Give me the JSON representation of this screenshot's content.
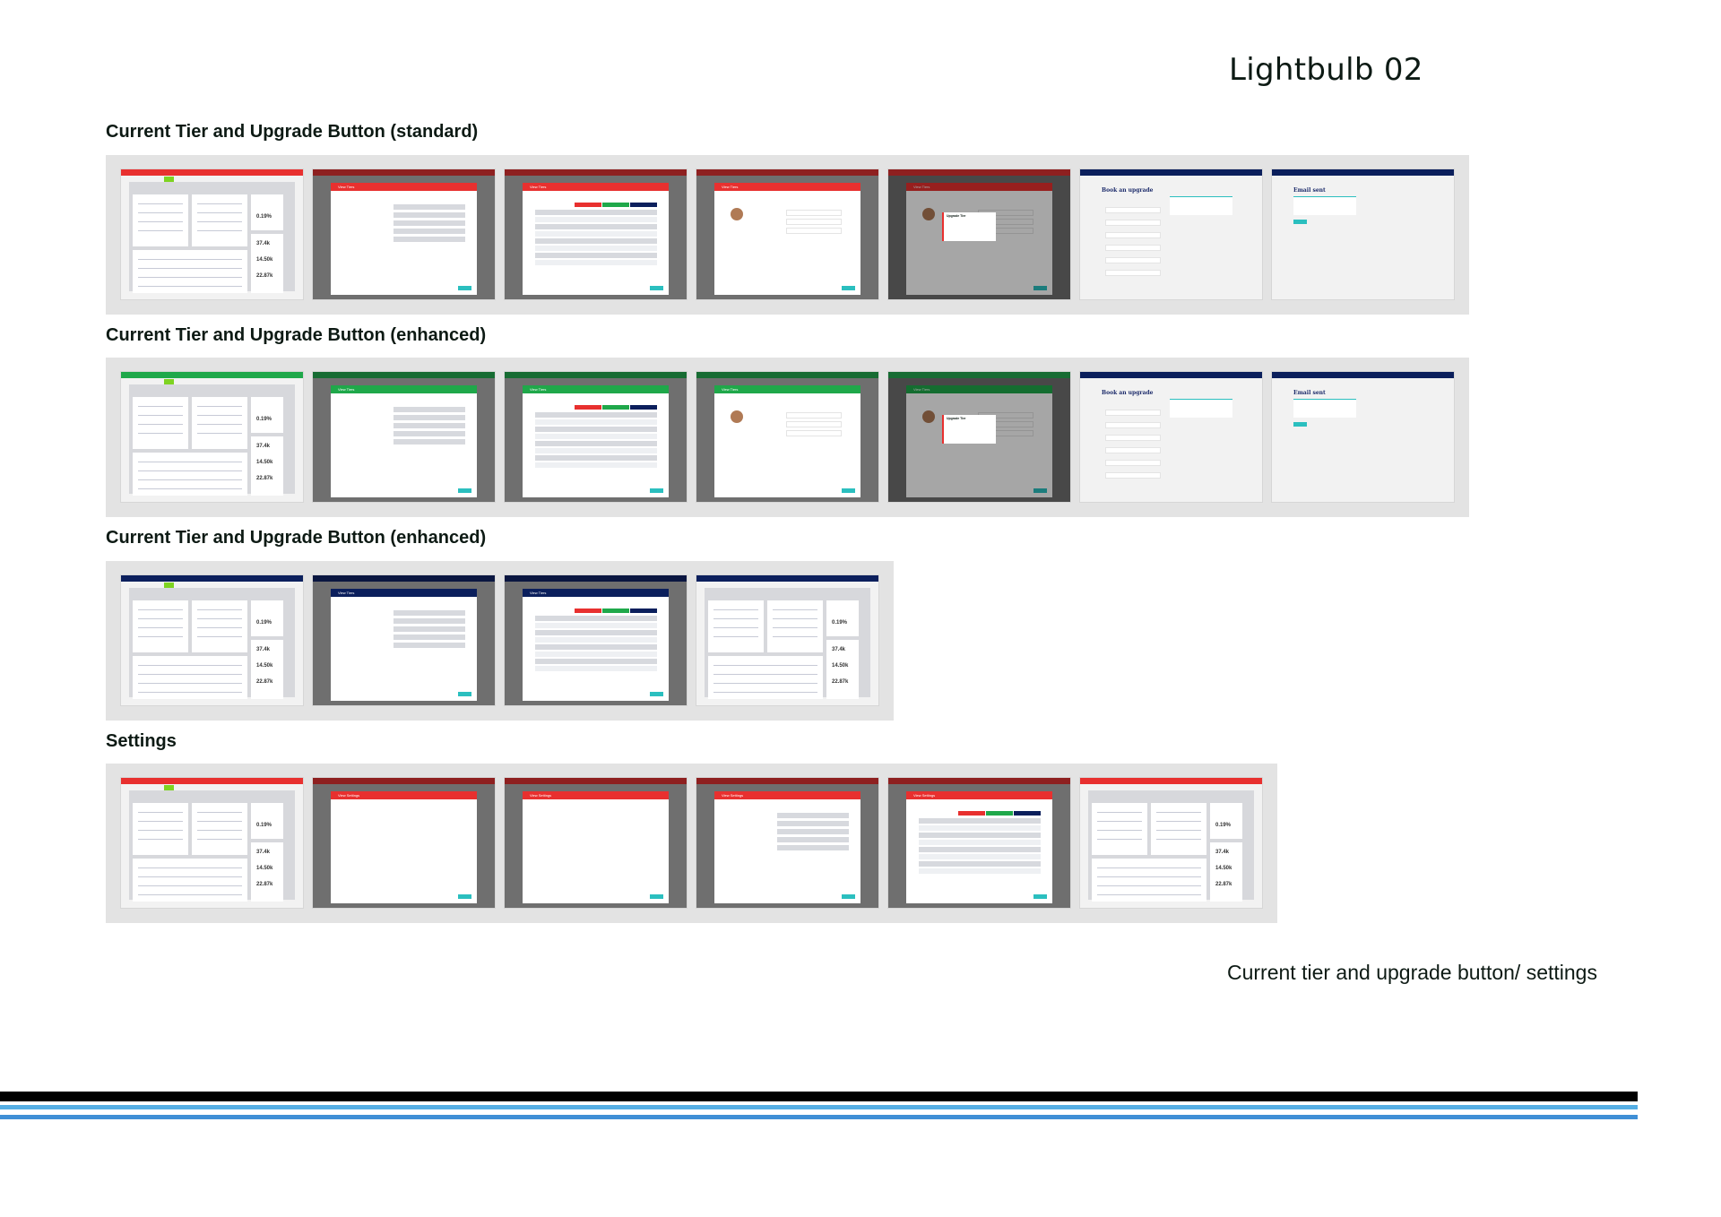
{
  "page_title": "Lightbulb 02",
  "footer_note": "Current tier and upgrade button/ settings",
  "colors": {
    "red": "#e8302f",
    "green": "#1fa84a",
    "navy": "#0b1f5c",
    "accent": "#2bbfbf",
    "badge": "#7ed321"
  },
  "dashboard_stats": [
    "0.19%",
    "37.4k",
    "14.50k",
    "22.87k"
  ],
  "modal_titles": {
    "tiers": "View Tiers",
    "settings": "View Settings",
    "dialog": "Upgrade Tier"
  },
  "form_titles": {
    "book": "Book an upgrade",
    "sent": "Email sent"
  },
  "sections": [
    {
      "heading": "Current Tier and Upgrade Button (standard)",
      "theme": "red",
      "thumbs": [
        "dashboard",
        "tiers-features",
        "tiers-compare",
        "tiers-profile",
        "tiers-dialog",
        "book",
        "sent"
      ]
    },
    {
      "heading": "Current Tier and Upgrade Button (enhanced)",
      "theme": "green",
      "thumbs": [
        "dashboard",
        "tiers-features",
        "tiers-compare",
        "tiers-profile",
        "tiers-dialog",
        "book",
        "sent"
      ]
    },
    {
      "heading": "Current Tier and Upgrade Button (enhanced)",
      "theme": "navy",
      "thumbs": [
        "dashboard",
        "tiers-features",
        "tiers-compare",
        "dashboard-plain"
      ]
    },
    {
      "heading": "Settings",
      "theme": "red",
      "thumbs": [
        "dashboard",
        "settings-blank",
        "settings-blank",
        "settings-list",
        "settings-compare",
        "dashboard-plain"
      ]
    }
  ]
}
